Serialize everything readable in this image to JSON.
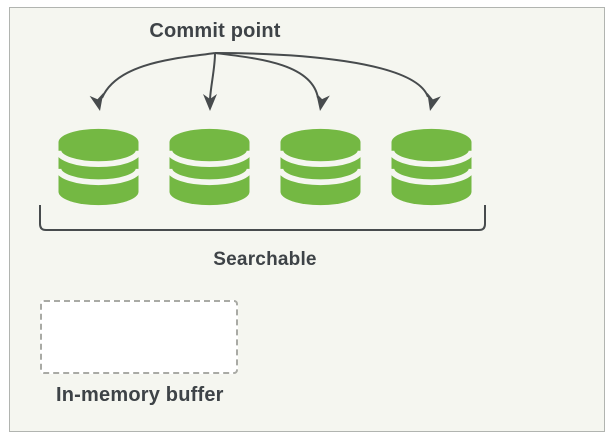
{
  "figure": {
    "commit_label": "Commit point",
    "searchable_label": "Searchable",
    "buffer_label": "In-memory buffer",
    "segment_count": 4,
    "segment_icon": "database-cylinder-icon",
    "colors": {
      "background": "#f5f6f0",
      "outside": "#ffffff",
      "frame_border": "#b1b4b0",
      "segment_green": "#74b843",
      "text": "#3e4347",
      "line": "#474b4d",
      "buffer_fill": "#ffffff",
      "buffer_border": "#a9aaa5"
    }
  }
}
